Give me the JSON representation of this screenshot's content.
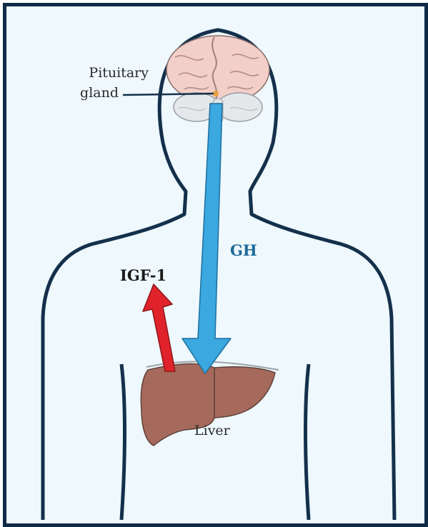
{
  "labels": {
    "pituitary_line1": "Pituitary",
    "pituitary_line2": "gland",
    "gh": "GH",
    "igf": "IGF-1",
    "liver": "Liver"
  },
  "colors": {
    "frame": "#0f2a45",
    "background": "#eef8fd",
    "body_outline": "#14304b",
    "brain": "#f2cfc9",
    "liver": "#a56a5c",
    "gh_arrow": "#3ba8e0",
    "igf_arrow": "#e0232b"
  },
  "icons": [
    "brain-icon",
    "liver-icon"
  ]
}
